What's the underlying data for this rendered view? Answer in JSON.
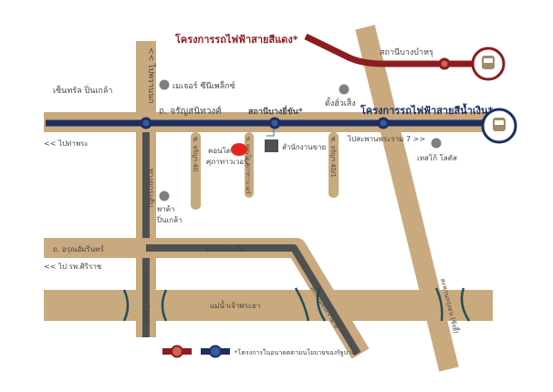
{
  "colors": {
    "road": "#c9a97e",
    "elevated": "#505050",
    "red_line": "#8e1b1e",
    "blue_line": "#1c2f63",
    "poi": "#7f7f7f",
    "condo": "#e52421",
    "bridge_mark": "#1f5158"
  },
  "lines": {
    "red": "โครงการรถไฟฟ้าสายสีแดง*",
    "blue": "โครงการรถไฟฟ้าสายสีน้ำเงิน*"
  },
  "stations": {
    "bang_bamru": "สถานีบางบำหรุ",
    "bang_yi_khan": "สถานีบางยี่ขัน*"
  },
  "roads": {
    "charan": "ถ. จรัญสนิทวงศ์",
    "to_pran_nok": "<< ไปพรานนก",
    "to_tha_phra": "<< ไปท่าพระ",
    "soi_40": "ซ. จรัญฯ 40",
    "soi_condo": "ซ. คอนโด ศุภาทาวเวอร์",
    "soi_40_1": "ซ. จรัญฯ 40/1",
    "to_rama7": "ไปสะพานพระราม 7 >>",
    "elevated_v": "ทางยกระดับ",
    "elevated_h": "ทางยกระดับ",
    "arun": "ถ. อรุณอัมรินทร์",
    "to_siriraj": "<< ไป รพ.ศิริราช"
  },
  "poi": {
    "central": "เซ็นทรัล ปิ่นเกล้า",
    "major": "เมเจอร์ ซีนีเพล็กซ์",
    "tang_hua_seng": "ตั้งฮั่วเส็ง",
    "pata": [
      "พาต้า",
      "ปิ่นเกล้า"
    ],
    "tesco": "เทสโก้ โลตัส",
    "condo": [
      "คอนโด",
      "ศุภาทาวเวอร์"
    ],
    "sales_office": "สำนักงานขาย"
  },
  "water": {
    "river": "แม่น้ำเจ้าพระยา",
    "bridge_pinklao": "สะพานพระปิ่นเกล้า",
    "bridge_rama8": "สะพานพระราม 8",
    "bridge_krungthon": "สะพานกรุงธน (ซังฮี้)"
  },
  "legend": {
    "note": "*โครงการในอนาคตตามนโยบายของรัฐบาล"
  },
  "icons": [
    "train-icon",
    "station-marker-icon",
    "poi-dot-icon",
    "condo-marker-icon",
    "sales-office-icon"
  ]
}
